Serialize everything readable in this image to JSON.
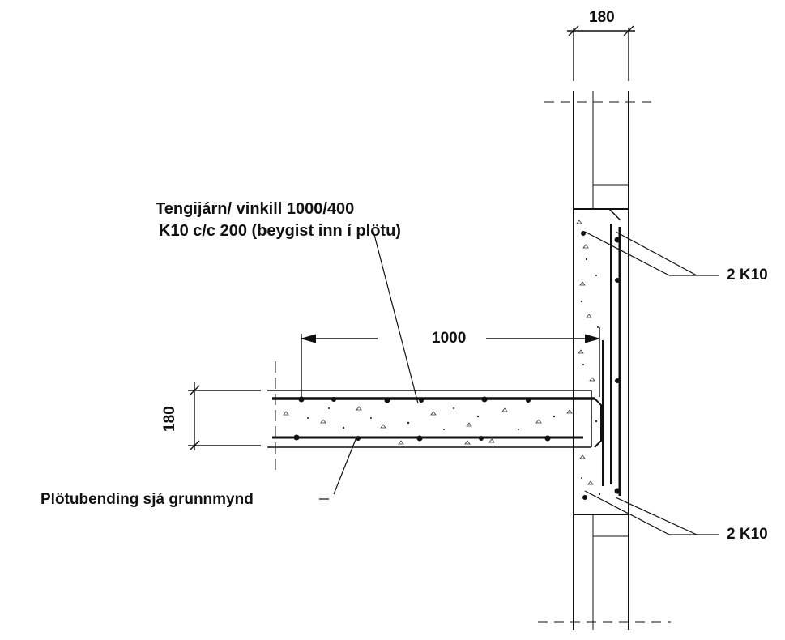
{
  "annotations": {
    "connection_title": "Tengijárn/ vinkill 1000/400",
    "connection_detail": "K10 c/c 200 (beygist inn í plötu)",
    "slab_note": "Plötubending sjá grunnmynd",
    "bars_top": "2 K10",
    "bars_bottom": "2 K10"
  },
  "dimensions": {
    "wall_thickness": "180",
    "slab_thickness": "180",
    "anchor_length": "1000"
  },
  "colors": {
    "ink": "#111111",
    "background": "#ffffff"
  }
}
